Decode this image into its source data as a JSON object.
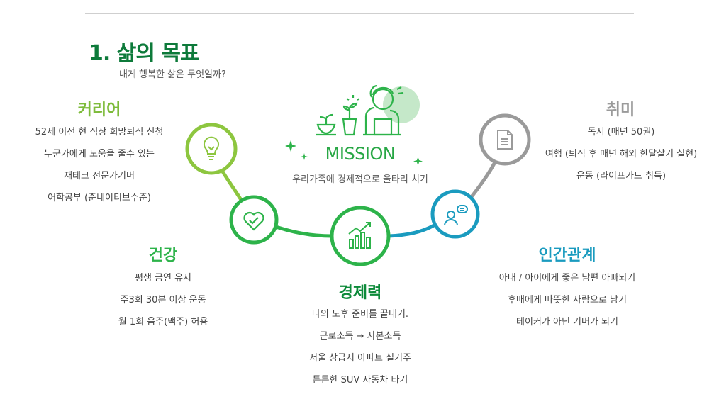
{
  "header": {
    "title": "1. 삶의 목표",
    "subtitle": "내게 행복한 삶은 무엇일까?"
  },
  "mission": {
    "title": "MISSION",
    "subtitle": "우리가족에 경제적으로 울타리 치기"
  },
  "sections": {
    "career": {
      "title": "커리어",
      "items": [
        "52세 이전 현 직장 희망퇴직 신청",
        "누군가에게 도움을 줄수 있는",
        "재테크 전문가기버",
        "어학공부 (준네이티브수준)"
      ]
    },
    "health": {
      "title": "건강",
      "items": [
        "평생 금연 유지",
        "주3회 30분 이상 운동",
        "월 1회 음주(맥주) 허용"
      ]
    },
    "economy": {
      "title": "경제력",
      "items": [
        "나의 노후 준비를 끝내기.",
        "근로소득 → 자본소득",
        "서울 상급지 아파트 실거주",
        "튼튼한 SUV 자동차 타기"
      ]
    },
    "relations": {
      "title": "인간관계",
      "items": [
        "아내 / 아이에게 좋은 남편 아빠되기",
        "후배에게 따뜻한 사람으로 남기",
        "테이커가 아닌 기버가 되기"
      ]
    },
    "hobby": {
      "title": "취미",
      "items": [
        "독서 (매년 50권)",
        "여행 (퇴직 후 매년 해외 한달살기 실현)",
        "운동 (라이프가드 취득)"
      ]
    }
  },
  "colors": {
    "dark_green": "#0d7a3a",
    "green": "#2db34a",
    "light_green": "#8dc63f",
    "teal": "#1a9bbf",
    "gray": "#9a9a9a"
  },
  "icons": [
    "lightbulb-icon",
    "heart-check-icon",
    "bar-chart-icon",
    "people-chat-icon",
    "document-icon",
    "mission-person-plant-icon"
  ]
}
